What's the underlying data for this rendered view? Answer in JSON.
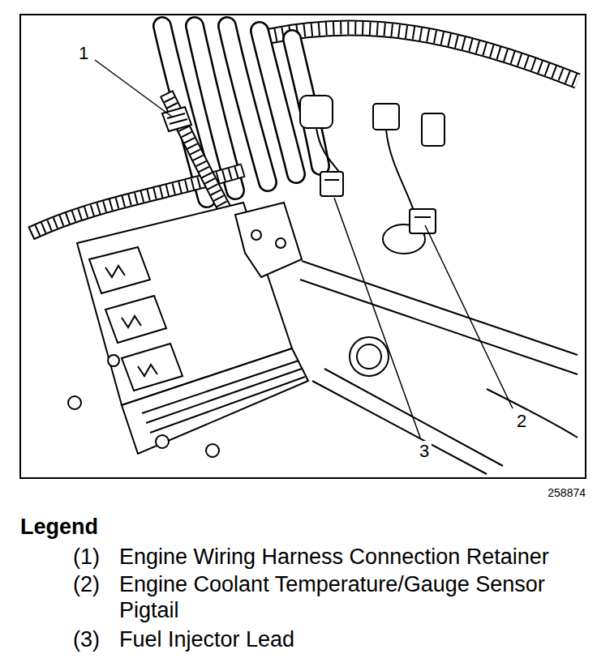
{
  "diagram": {
    "labels": [
      "1",
      "2",
      "3",
      "258874",
      "Legend",
      "(1)",
      "Engine Wiring Harness Connection Retainer",
      "(2)",
      "Engine Coolant Temperature/Gauge Sensor Pigtail",
      "(3)",
      "Fuel Injector Lead"
    ]
  }
}
